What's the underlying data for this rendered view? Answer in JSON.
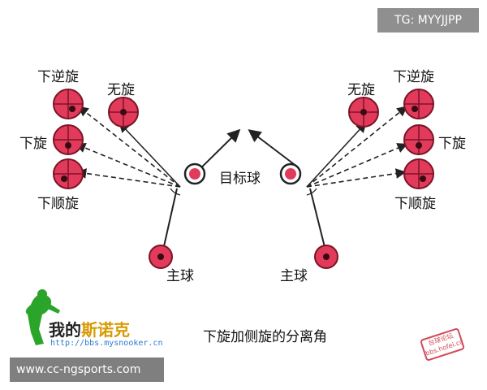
{
  "watermark_tag": "TG: MYYJJPP",
  "site_url": "www.cc-ngsports.com",
  "caption": "下旋加侧旋的分离角",
  "logo": {
    "text_a": "我的",
    "text_b": "斯诺克",
    "url": "http://bbs.mysnooker.cn"
  },
  "stamp": "台球论坛\nbbs.hofei.cc",
  "colors": {
    "ball_fill": "#e23a5b",
    "ball_dark": "#5a0f1c",
    "line": "#222222"
  },
  "labels": {
    "left_topspin": "下逆旋",
    "left_none": "无旋",
    "left_back": "下旋",
    "left_side": "下顺旋",
    "target": "目标球",
    "left_cue": "主球",
    "right_none": "无旋",
    "right_topspin": "下逆旋",
    "right_back": "下旋",
    "right_side": "下顺旋",
    "right_cue": "主球"
  }
}
